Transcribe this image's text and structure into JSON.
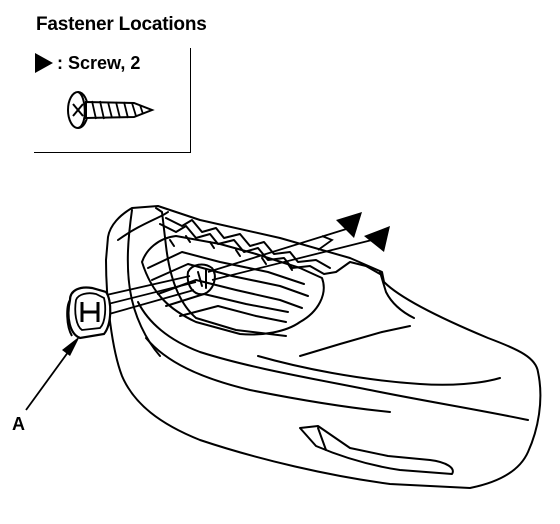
{
  "header": {
    "title": "Fastener Locations"
  },
  "legend": {
    "symbol_icon": "filled-triangle-icon",
    "label": ": Screw, 2"
  },
  "callouts": [
    {
      "id": "A",
      "label": "A"
    }
  ],
  "colors": {
    "ink": "#000000",
    "paper": "#ffffff"
  }
}
